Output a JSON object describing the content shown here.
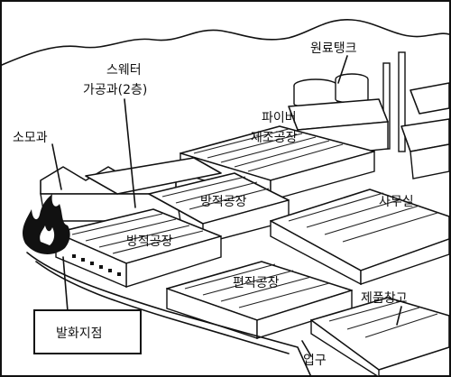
{
  "labels": {
    "raw_tank": "원료탱크",
    "sweater_dept_line1": "스웨터",
    "sweater_dept_line2": "가공과(2층)",
    "fiber_plant_line1": "파이버",
    "fiber_plant_line2": "제조공장",
    "carding_dept": "소모과",
    "spinning_plant_upper": "방적공장",
    "spinning_plant_lower": "방적공장",
    "office": "사무실",
    "knitting_plant": "편직공장",
    "product_warehouse": "제품창고",
    "entrance": "입구",
    "ignition_point": "발화지점"
  },
  "colors": {
    "ink": "#111111",
    "paper": "#ffffff",
    "fire": "#111111"
  }
}
